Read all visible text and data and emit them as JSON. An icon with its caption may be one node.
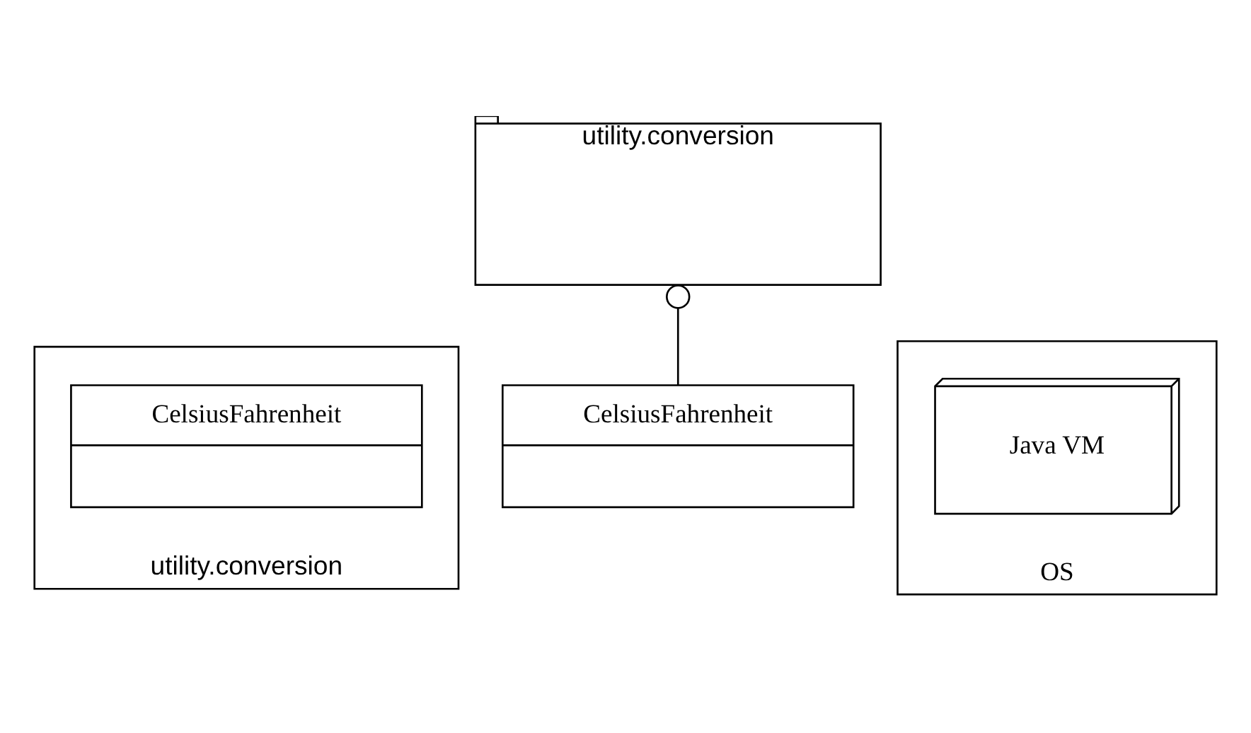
{
  "diagram": {
    "nodes": [
      {
        "text": [
          "utility.conversion"
        ]
      },
      {
        "text": [
          "CelsiusFahrenheit"
        ],
        "in": 0
      },
      {
        "text": [
          "utility.conversion"
        ]
      },
      {
        "text": [
          "CelsiusFahrenheit"
        ]
      },
      {
        "text": [
          "OS"
        ]
      },
      {
        "text": [
          "Java VM"
        ],
        "in": 4
      }
    ],
    "edges": [
      {
        "from": 3,
        "to": 2,
        "arrow": "other"
      }
    ]
  }
}
